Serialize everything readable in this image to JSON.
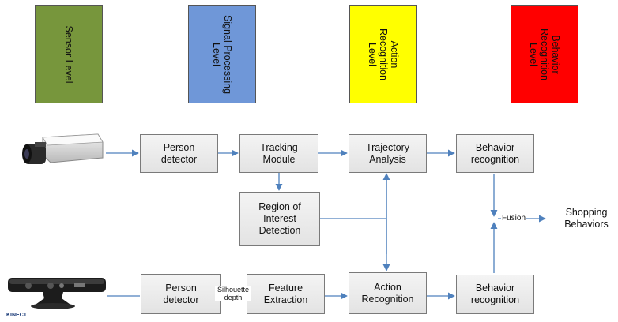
{
  "levels": {
    "sensor": "Sensor Level",
    "signal": "Signal Processing\nLevel",
    "action": "Action\nRecognition\nLevel",
    "behavior": "Behavior\nRecognition\nLevel"
  },
  "level_colors": {
    "sensor": "#77963c",
    "signal": "#6f97d8",
    "action": "#ffff00",
    "behavior": "#ff0000"
  },
  "nodes": {
    "person_detector_top": "Person\ndetector",
    "tracking_module": "Tracking\nModule",
    "trajectory_analysis": "Trajectory\nAnalysis",
    "behavior_recognition_top": "Behavior\nrecognition",
    "roi_detection": "Region of\nInterest\nDetection",
    "person_detector_bottom": "Person\ndetector",
    "feature_extraction": "Feature\nExtraction",
    "action_recognition": "Action\nRecognition",
    "behavior_recognition_bottom": "Behavior\nrecognition",
    "shopping_behaviors": "Shopping\nBehaviors"
  },
  "labels": {
    "silhouette_depth": "Silhouette\ndepth",
    "fusion": "Fusion",
    "kinect": "KINECT"
  },
  "icons": {
    "top_sensor": "cctv-camera-icon",
    "bottom_sensor": "kinect-sensor-icon"
  }
}
